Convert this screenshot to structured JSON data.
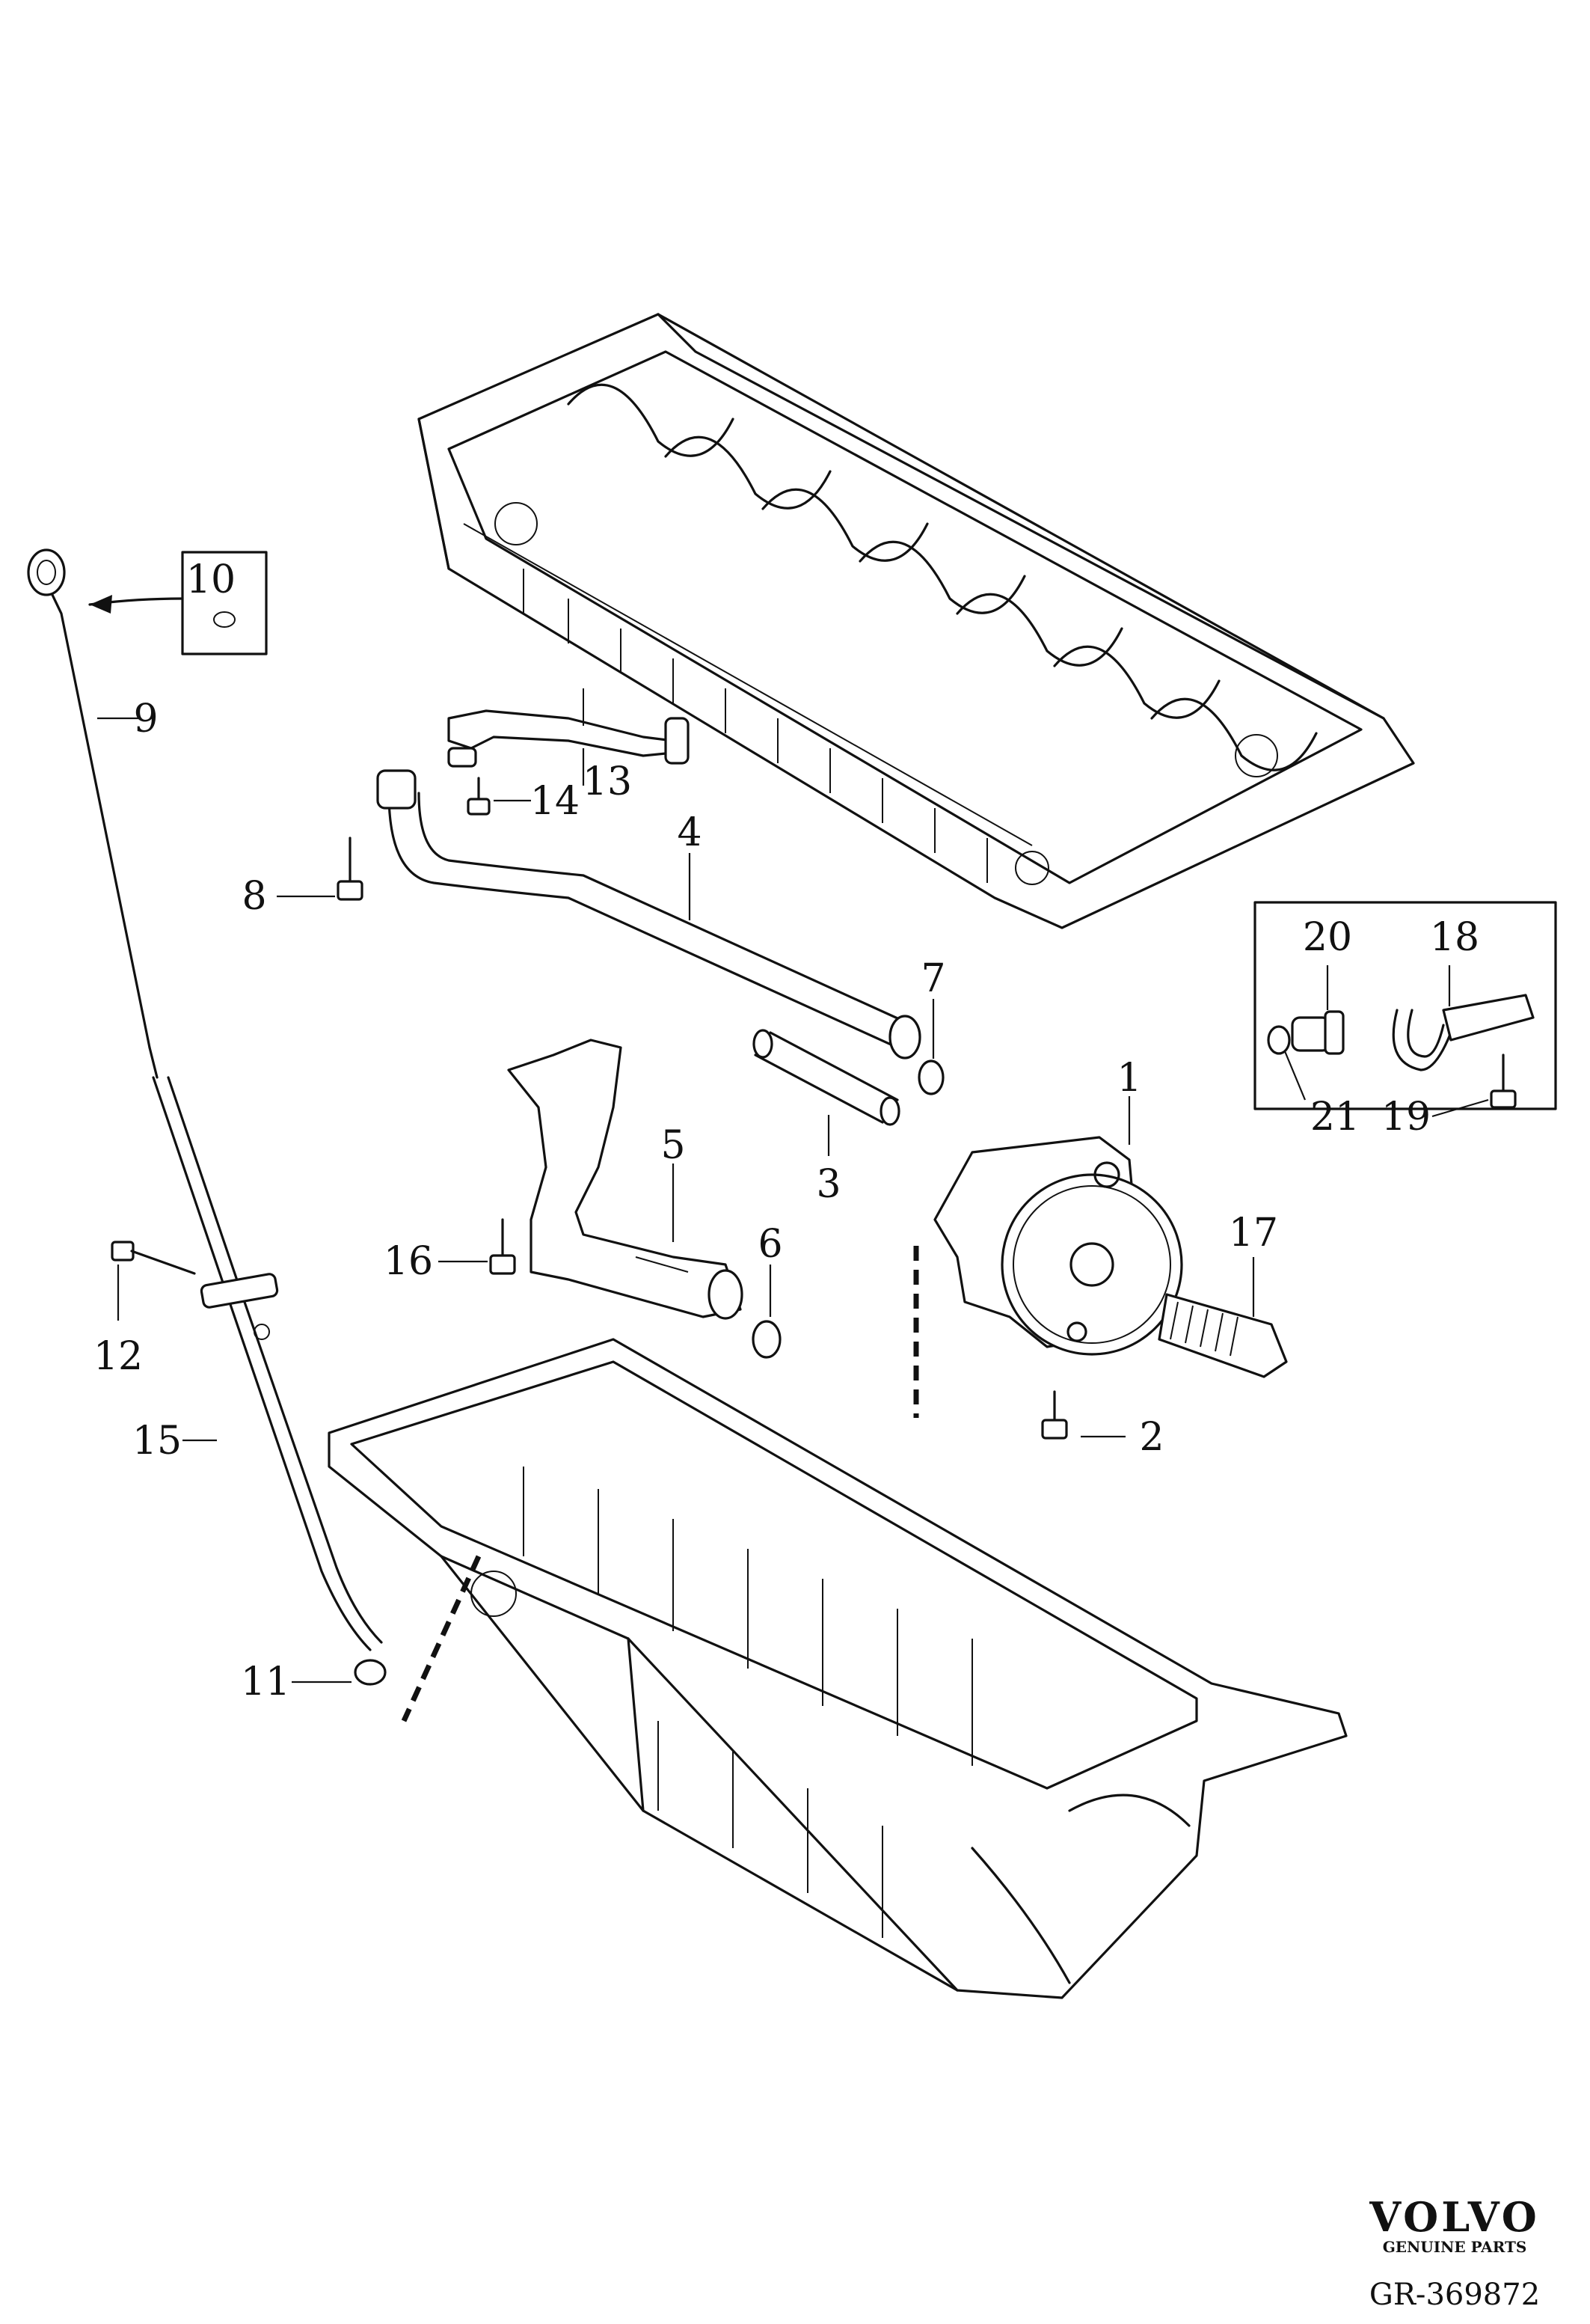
{
  "callouts": {
    "c1": "1",
    "c2": "2",
    "c3": "3",
    "c4": "4",
    "c5": "5",
    "c6": "6",
    "c7": "7",
    "c8": "8",
    "c9": "9",
    "c10": "10",
    "c11": "11",
    "c12": "12",
    "c13": "13",
    "c14": "14",
    "c15": "15",
    "c16": "16",
    "c17": "17",
    "c18": "18",
    "c19": "19",
    "c20": "20",
    "c21": "21"
  },
  "brand": {
    "name": "VOLVO",
    "subtitle": "GENUINE PARTS"
  },
  "reference": "GR-369872"
}
